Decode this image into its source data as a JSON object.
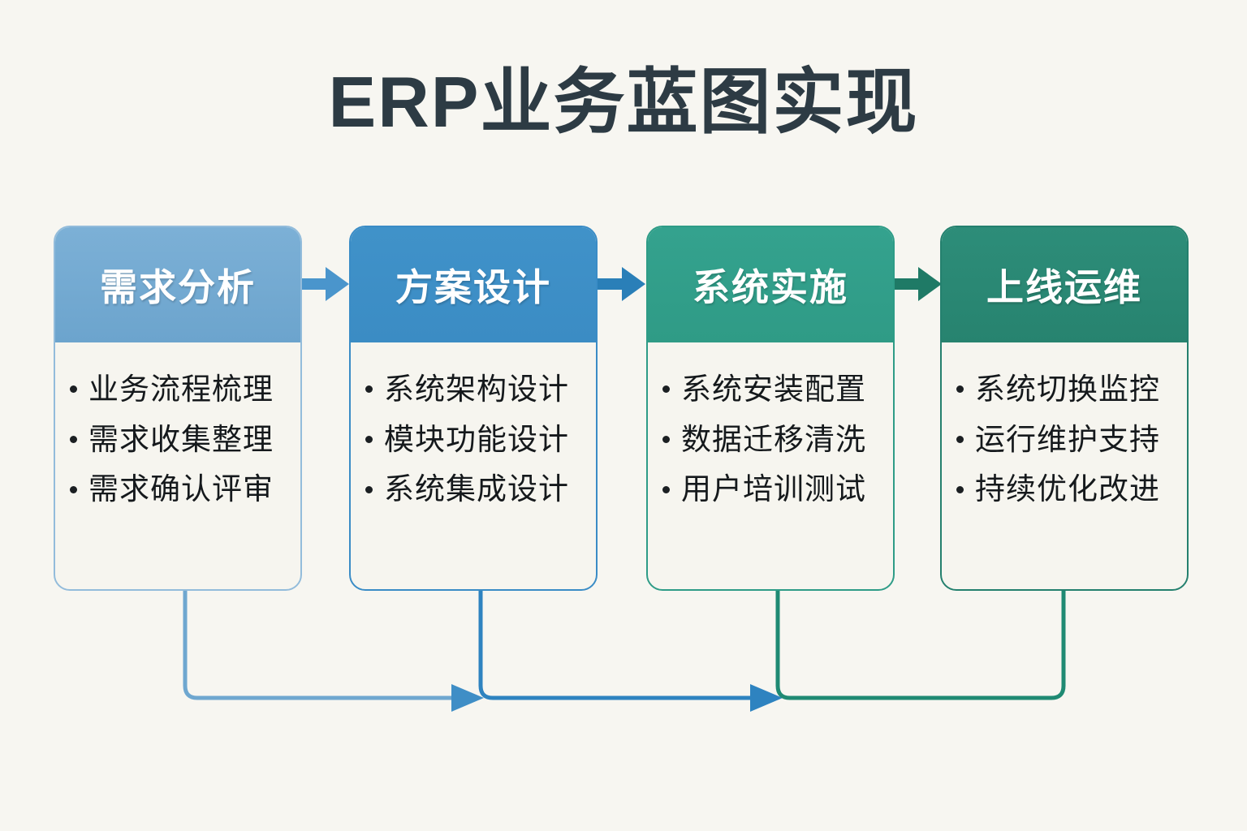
{
  "page": {
    "title": "ERP业务蓝图实现",
    "background_color": "#f7f6f1",
    "title_color": "#2d3b44"
  },
  "diagram": {
    "type": "process-flow",
    "orientation": "horizontal",
    "stage_count": 4,
    "stages": [
      {
        "id": "stage-1",
        "title": "需求分析",
        "header_color": "#6ca4cd",
        "border_color": "#93bcdb",
        "items": [
          "业务流程梳理",
          "需求收集整理",
          "需求确认评审"
        ]
      },
      {
        "id": "stage-2",
        "title": "方案设计",
        "header_color": "#3b8cc4",
        "border_color": "#3a8cc6",
        "items": [
          "系统架构设计",
          "模块功能设计",
          "系统集成设计"
        ]
      },
      {
        "id": "stage-3",
        "title": "系统实施",
        "header_color": "#2f9b86",
        "border_color": "#2e9c87",
        "items": [
          "系统安装配置",
          "数据迁移清洗",
          "用户培训测试"
        ]
      },
      {
        "id": "stage-4",
        "title": "上线运维",
        "header_color": "#27836f",
        "border_color": "#24806e",
        "items": [
          "系统切换监控",
          "运行维护支持",
          "持续优化改进"
        ]
      }
    ],
    "connectors": {
      "forward_arrows": [
        {
          "name": "arrow-stage1-to-stage2",
          "color": "#4a95cc"
        },
        {
          "name": "arrow-stage2-to-stage3",
          "color": "#3a8cc6"
        },
        {
          "name": "arrow-stage3-to-stage4",
          "color": "#1f7a66"
        }
      ],
      "feedback_loops": [
        {
          "name": "loop-stage1-to-stage2",
          "color": "#6fa7d0"
        },
        {
          "name": "loop-stage2-to-stage3",
          "color": "#2e83c0"
        },
        {
          "name": "loop-stage3-to-stage4",
          "color": "#1f8a73"
        }
      ]
    }
  }
}
